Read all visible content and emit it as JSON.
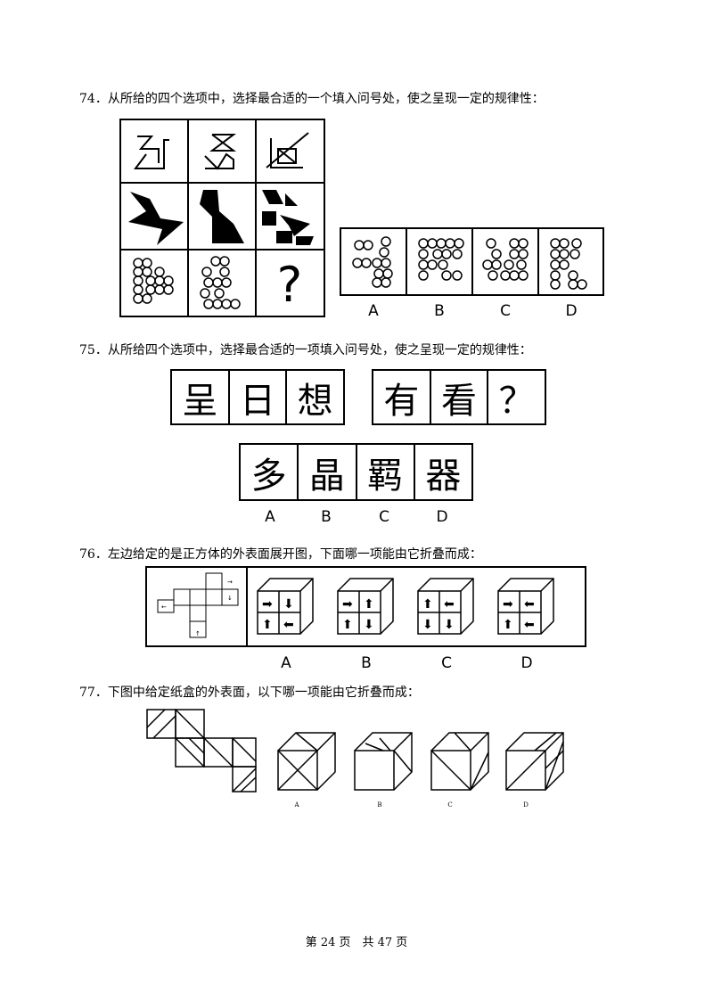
{
  "questions": [
    {
      "text": "74．从所给的四个选项中，选择最合适的一个填入问号处，使之呈现一定的规律性：",
      "question_mark": "?",
      "options": [
        "A",
        "B",
        "C",
        "D"
      ]
    },
    {
      "text": "75．从所给四个选项中，选择最合适的一项填入问号处，使之呈现一定的规律性：",
      "row1": [
        "呈",
        "日",
        "想"
      ],
      "row2": [
        "有",
        "看",
        "？"
      ],
      "options_chars": [
        "多",
        "晶",
        "羁",
        "器"
      ],
      "options": [
        "A",
        "B",
        "C",
        "D"
      ]
    },
    {
      "text": "76．左边给定的是正方体的外表面展开图，下面哪一项能由它折叠而成：",
      "options": [
        "A",
        "B",
        "C",
        "D"
      ]
    },
    {
      "text": "77．下图中给定纸盒的外表面，以下哪一项能由它折叠而成：",
      "options": [
        "A",
        "B",
        "C",
        "D"
      ]
    }
  ],
  "footer": "第 24 页　共 47 页"
}
